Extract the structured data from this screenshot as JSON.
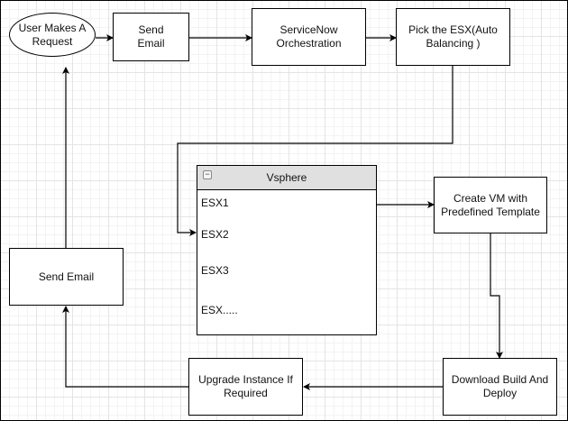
{
  "diagram": {
    "type": "flowchart",
    "nodes": {
      "user_request": {
        "label": "User Makes A\nRequest",
        "shape": "ellipse"
      },
      "send_email_1": {
        "label": "Send\nEmail",
        "shape": "rectangle"
      },
      "servicenow": {
        "label": "ServiceNow\nOrchestration",
        "shape": "rectangle"
      },
      "pick_esx": {
        "label": "Pick the ESX(Auto\nBalancing )",
        "shape": "rectangle"
      },
      "vsphere": {
        "title": "Vsphere",
        "shape": "container",
        "collapse_glyph": "−",
        "items": [
          "ESX1",
          "ESX2",
          "ESX3",
          "ESX....."
        ]
      },
      "create_vm": {
        "label": "Create VM with\nPredefined Template",
        "shape": "rectangle"
      },
      "download_build": {
        "label": "Download Build And\nDeploy",
        "shape": "rectangle"
      },
      "upgrade_instance": {
        "label": "Upgrade Instance If\nRequired",
        "shape": "rectangle"
      },
      "send_email_2": {
        "label": "Send Email",
        "shape": "rectangle"
      }
    },
    "edges": [
      {
        "from": "user_request",
        "to": "send_email_1"
      },
      {
        "from": "send_email_1",
        "to": "servicenow"
      },
      {
        "from": "servicenow",
        "to": "pick_esx"
      },
      {
        "from": "pick_esx",
        "to": "vsphere.ESX2"
      },
      {
        "from": "vsphere.ESX1",
        "to": "create_vm"
      },
      {
        "from": "create_vm",
        "to": "download_build"
      },
      {
        "from": "download_build",
        "to": "upgrade_instance"
      },
      {
        "from": "upgrade_instance",
        "to": "send_email_2"
      },
      {
        "from": "send_email_2",
        "to": "user_request"
      }
    ]
  },
  "colors": {
    "stroke": "#000000",
    "container_header": "#e0e0e0",
    "grid_major": "#e4e4e4",
    "grid_minor": "#f3f3f3"
  }
}
